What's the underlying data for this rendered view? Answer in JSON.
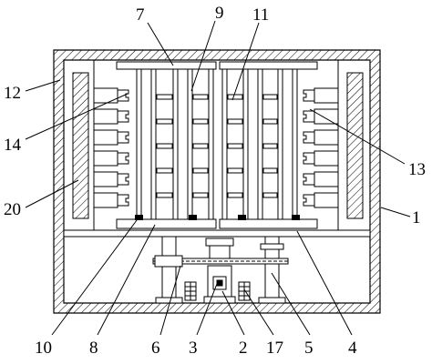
{
  "figure": {
    "labels": {
      "l7": "7",
      "l9": "9",
      "l11": "11",
      "l12": "12",
      "l14": "14",
      "l13": "13",
      "l20": "20",
      "l1": "1",
      "l10": "10",
      "l8": "8",
      "l6": "6",
      "l3": "3",
      "l2": "2",
      "l17": "17",
      "l5": "5",
      "l4": "4"
    }
  }
}
